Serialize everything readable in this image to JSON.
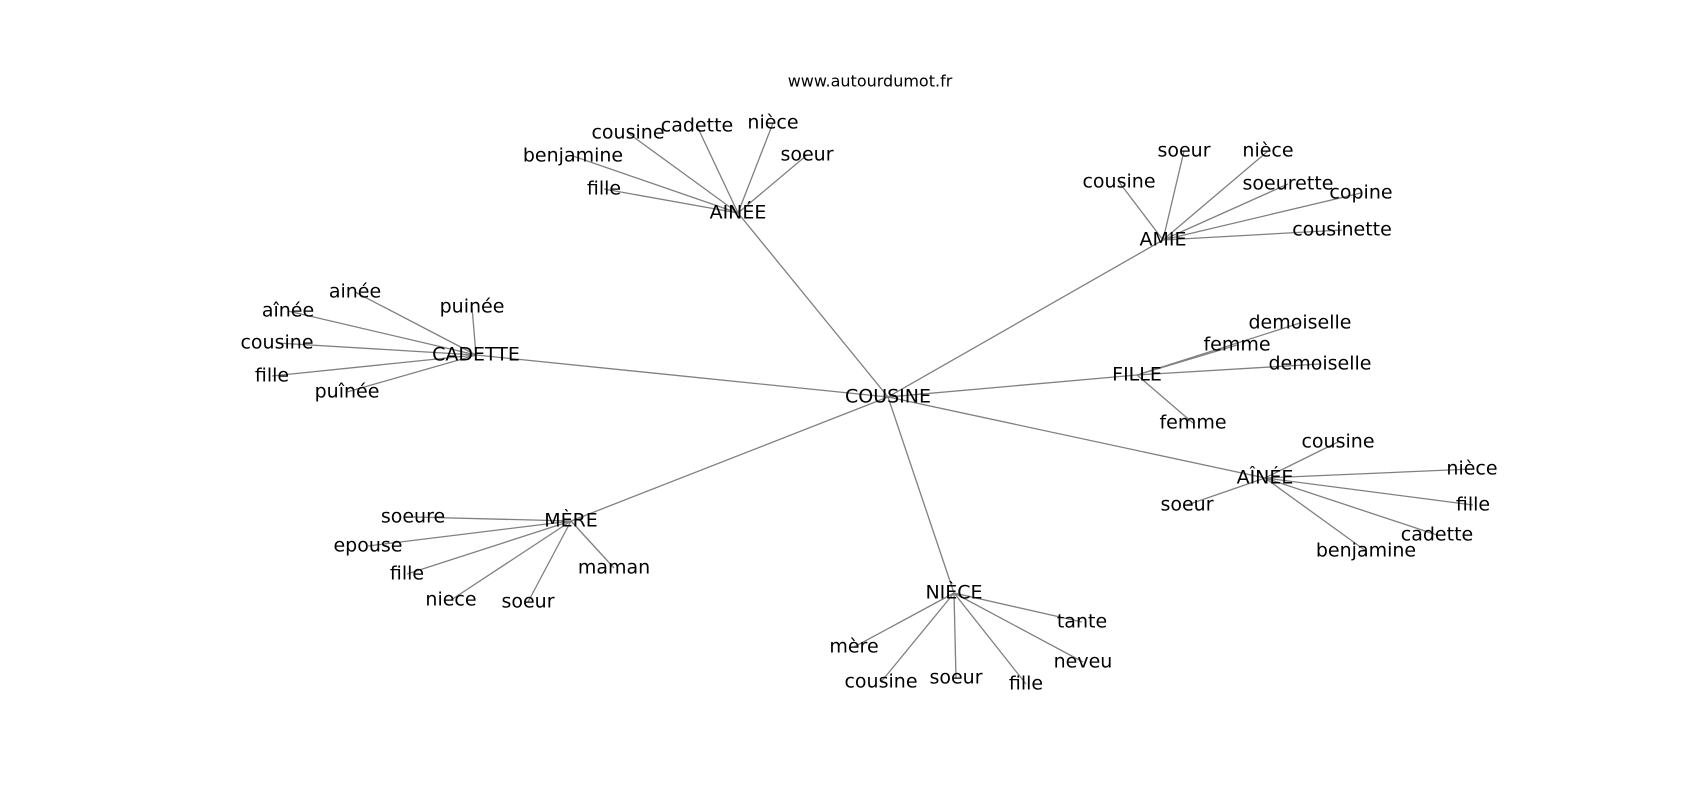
{
  "source_label": "www.autourdumot.fr",
  "root": "COUSINE",
  "groups": [
    {
      "label": "AINÉE",
      "leaves": [
        "cousine",
        "cadette",
        "nièce",
        "benjamine",
        "soeur",
        "fille"
      ]
    },
    {
      "label": "AMIE",
      "leaves": [
        "soeur",
        "nièce",
        "cousine",
        "soeurette",
        "copine",
        "cousinette"
      ]
    },
    {
      "label": "CADETTE",
      "leaves": [
        "ainée",
        "aînée",
        "puinée",
        "cousine",
        "fille",
        "puînée"
      ]
    },
    {
      "label": "FILLE",
      "leaves": [
        "demoiselle",
        "femme",
        "demoiselle",
        "femme"
      ]
    },
    {
      "label": "AÎNÉE",
      "leaves": [
        "cousine",
        "nièce",
        "soeur",
        "fille",
        "cadette",
        "benjamine"
      ]
    },
    {
      "label": "MÈRE",
      "leaves": [
        "soeure",
        "epouse",
        "fille",
        "maman",
        "niece",
        "soeur"
      ]
    },
    {
      "label": "NIÈCE",
      "leaves": [
        "tante",
        "mère",
        "neveu",
        "cousine",
        "soeur",
        "fille"
      ]
    }
  ]
}
